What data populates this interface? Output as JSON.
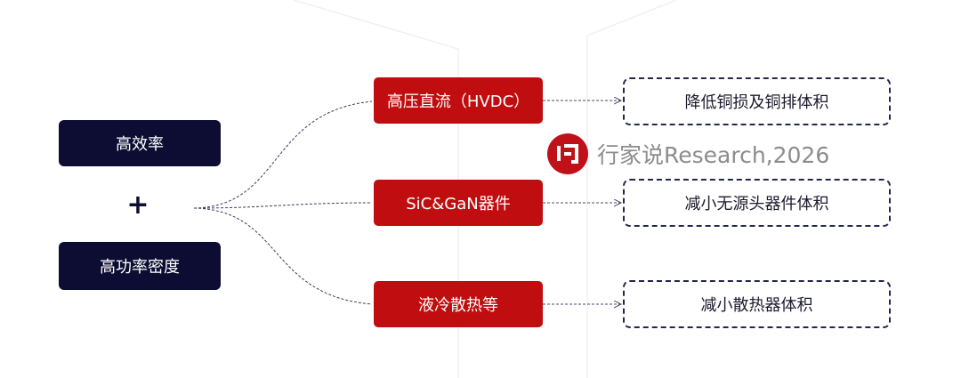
{
  "left": {
    "top_label": "高效率",
    "plus": "+",
    "bottom_label": "高功率密度"
  },
  "rows": [
    {
      "tech": "高压直流（HVDC）",
      "benefit": "降低铜损及铜排体积"
    },
    {
      "tech": "SiC&GaN器件",
      "benefit": "减小无源头器件体积"
    },
    {
      "tech": "液冷散热等",
      "benefit": "减小散热器体积"
    }
  ],
  "watermark": {
    "logo_text": "行家说",
    "text": "行家说Research,2026",
    "logo_color": "#c0111a"
  },
  "colors": {
    "navy": "#0d0d33",
    "red": "#c00d0f",
    "dashed_border": "#24264d"
  }
}
